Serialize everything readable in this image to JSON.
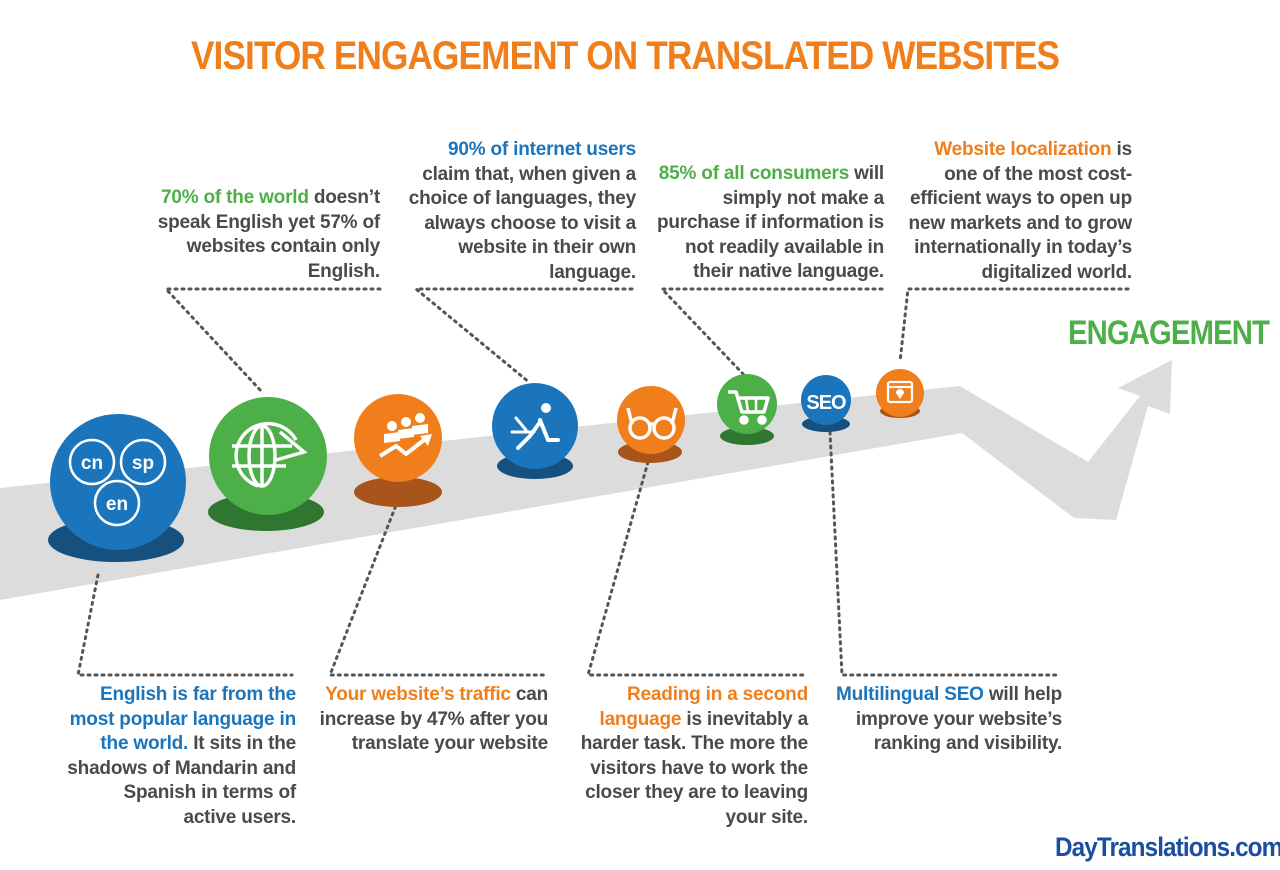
{
  "title": "VISITOR ENGAGEMENT ON TRANSLATED WEBSITES",
  "engagement_label": "ENGAGEMENT",
  "colors": {
    "orange": "#f07e1b",
    "blue": "#1b75bc",
    "green": "#4caf48",
    "text": "#4a4a4a",
    "road": "#dcdcdc",
    "dots": "#555555"
  },
  "icons": {
    "c1": [
      "cn",
      "sp",
      "en"
    ],
    "c2": "globe-icon",
    "c3": "growing-team-icon",
    "c4": "laptop-user-icon",
    "c5": "glasses-icon",
    "c6": "shopping-cart-icon",
    "c7": "SEO",
    "c8": "browser-location-icon"
  },
  "callouts": {
    "world": {
      "hl": "70% of the world",
      "rest": " doesn’t speak English yet 57% of websites contain only English."
    },
    "internet": {
      "hl": "90% of internet users",
      "rest": " claim that, when given a choice of languages, they always choose to visit a website in their own language."
    },
    "consumers": {
      "hl": "85% of all consumers",
      "rest": " will simply not make a purchase if information is not readily available in their native language."
    },
    "localization": {
      "hl": "Website localization",
      "rest": " is one of the most cost-efficient ways to open up new markets and to grow internationally in today’s digitalized world."
    },
    "english": {
      "hl": "English is far from the most popular language in the world.",
      "rest": " It sits in the shadows of Mandarin and Spanish in terms of active users."
    },
    "traffic": {
      "hl": "Your website’s traffic",
      "rest": " can increase by 47% after you translate your website"
    },
    "reading": {
      "hl": "Reading in a second language",
      "rest": " is inevitably a harder task. The more the visitors have to work the closer they are to leaving your site."
    },
    "seo": {
      "hl": "Multilingual SEO",
      "rest": " will help improve your website’s ranking and visibility."
    }
  },
  "logo": {
    "part1": "Day",
    "part2": "Translations.com"
  }
}
